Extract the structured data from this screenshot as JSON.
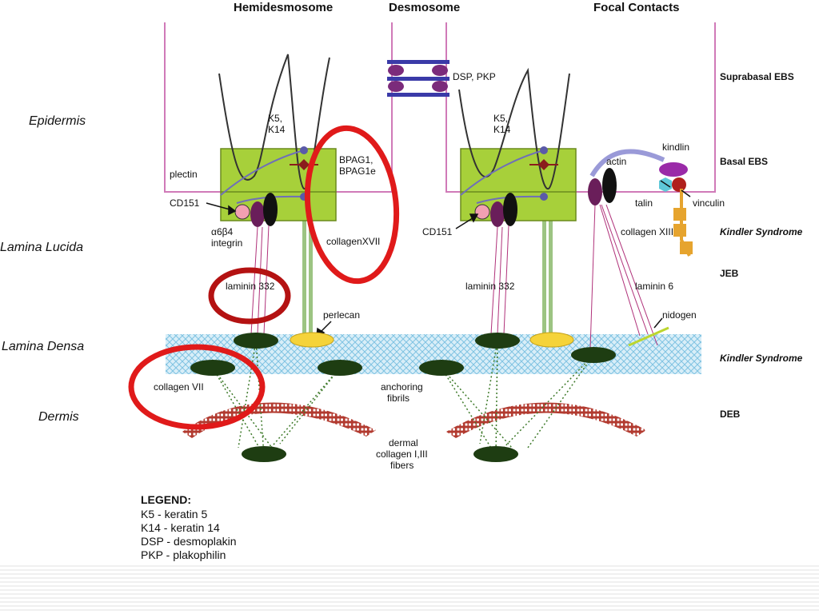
{
  "headers": {
    "hemidesmosome": "Hemidesmosome",
    "desmosome": "Desmosome",
    "focal_contacts": "Focal Contacts"
  },
  "layers": {
    "epidermis": "Epidermis",
    "lamina_lucida": "Lamina Lucida",
    "lamina_densa": "Lamina Densa",
    "dermis": "Dermis"
  },
  "diseases": {
    "suprabasal_ebs": "Suprabasal EBS",
    "basal_ebs": "Basal EBS",
    "kindler_1": "Kindler Syndrome",
    "jeb": "JEB",
    "kindler_2": "Kindler Syndrome",
    "deb": "DEB"
  },
  "labels": {
    "k5k14_left_1": "K5,",
    "k5k14_left_2": "K14",
    "k5k14_right_1": "K5,",
    "k5k14_right_2": "K14",
    "dsp_pkp": "DSP, PKP",
    "bpag1_1": "BPAG1,",
    "bpag1_2": "BPAG1e",
    "plectin": "plectin",
    "cd151_left": "CD151",
    "cd151_right": "CD151",
    "integrin_1": "α6β4",
    "integrin_2": "integrin",
    "collagen_xvii": "collagenXVII",
    "laminin_332_left": "laminin 332",
    "laminin_332_right": "laminin 332",
    "perlecan": "perlecan",
    "collagen_vii": "collagen VII",
    "anchoring_1": "anchoring",
    "anchoring_2": "fibrils",
    "dermal_1": "dermal",
    "dermal_2": "collagen I,III",
    "dermal_3": "fibers",
    "actin": "actin",
    "kindlin": "kindlin",
    "talin": "talin",
    "vinculin": "vinculin",
    "collagen_xiii": "collagen XIII",
    "laminin_6": "laminin 6",
    "nidogen": "nidogen"
  },
  "legend": {
    "title": "LEGEND:",
    "items": [
      "K5 - keratin 5",
      "K14 - keratin 14",
      "DSP - desmoplakin",
      "PKP - plakophilin"
    ]
  },
  "colors": {
    "highlight_circle": "#e01a1a",
    "highlight_circle_dark": "#b41212",
    "plaque": "#a7d03a",
    "membrane": "#d07ab8",
    "lamina_densa": "#a8d8ec",
    "anchoring_arc": "#b03a2e",
    "dark_node": "#1e3d12"
  }
}
